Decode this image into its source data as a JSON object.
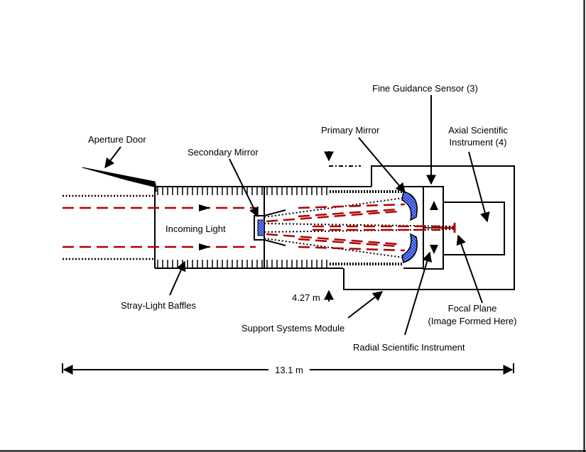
{
  "colors": {
    "background": "#ffffff",
    "line": "#000000",
    "light_path": "#b00000",
    "mirror_fill": "#1f3fd9"
  },
  "labels": {
    "fine_guidance_sensor": "Fine Guidance Sensor (3)",
    "primary_mirror": "Primary Mirror",
    "axial_instrument_line1": "Axial Scientific",
    "axial_instrument_line2": "Instrument (4)",
    "aperture_door": "Aperture Door",
    "secondary_mirror": "Secondary Mirror",
    "incoming_light": "Incoming Light",
    "stray_light_baffles": "Stray-Light Baffles",
    "diameter": "4.27 m",
    "focal_plane_line1": "Focal Plane",
    "focal_plane_line2": "(Image Formed Here)",
    "support_systems_module": "Support Systems Module",
    "radial_instrument": "Radial Scientific Instrument",
    "length": "13.1 m"
  }
}
